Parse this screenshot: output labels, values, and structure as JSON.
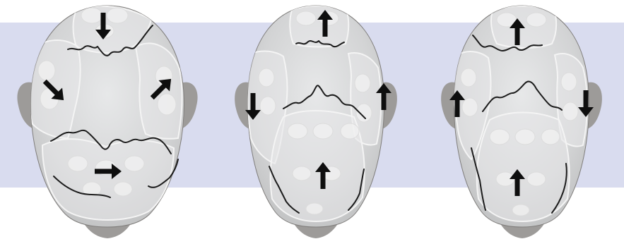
{
  "colors": {
    "background": "#ffffff",
    "band": "#d9dcef",
    "head_skin": "#9d9b99",
    "head_shadow": "#7f7d7b",
    "plate_light": "#e7e8e9",
    "plate_mid": "#d3d4d5",
    "plate_dark": "#c4c5c6",
    "suture_line": "#1c1c1c",
    "arrow": "#0e0e0e"
  },
  "diagrams": [
    {
      "id": "rotational-pattern",
      "arrows": [
        {
          "region": "top",
          "direction": "down"
        },
        {
          "region": "left",
          "direction": "down-right"
        },
        {
          "region": "right",
          "direction": "up-right"
        },
        {
          "region": "bottom",
          "direction": "right"
        }
      ]
    },
    {
      "id": "mixed-pattern",
      "arrows": [
        {
          "region": "top",
          "direction": "up"
        },
        {
          "region": "left",
          "direction": "down"
        },
        {
          "region": "right",
          "direction": "up"
        },
        {
          "region": "bottom",
          "direction": "up"
        }
      ]
    },
    {
      "id": "vertical-pattern",
      "arrows": [
        {
          "region": "top",
          "direction": "up"
        },
        {
          "region": "left",
          "direction": "up"
        },
        {
          "region": "right",
          "direction": "down"
        },
        {
          "region": "bottom",
          "direction": "up"
        }
      ]
    }
  ]
}
